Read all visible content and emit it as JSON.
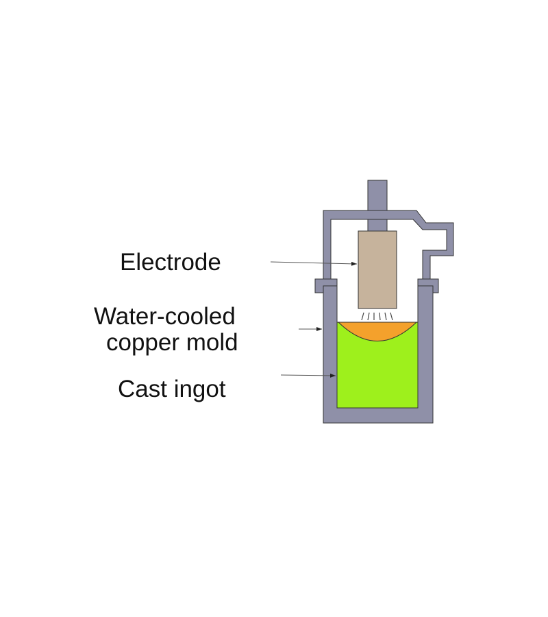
{
  "labels": {
    "electrode": "Electrode",
    "mold_line1": "Water-cooled",
    "mold_line2": "copper mold",
    "ingot": "Cast ingot"
  },
  "colors": {
    "furnace": "#8f90a8",
    "electrode": "#c6b39c",
    "ingot": "#9ef01c",
    "melt_pool": "#f4a12c"
  }
}
